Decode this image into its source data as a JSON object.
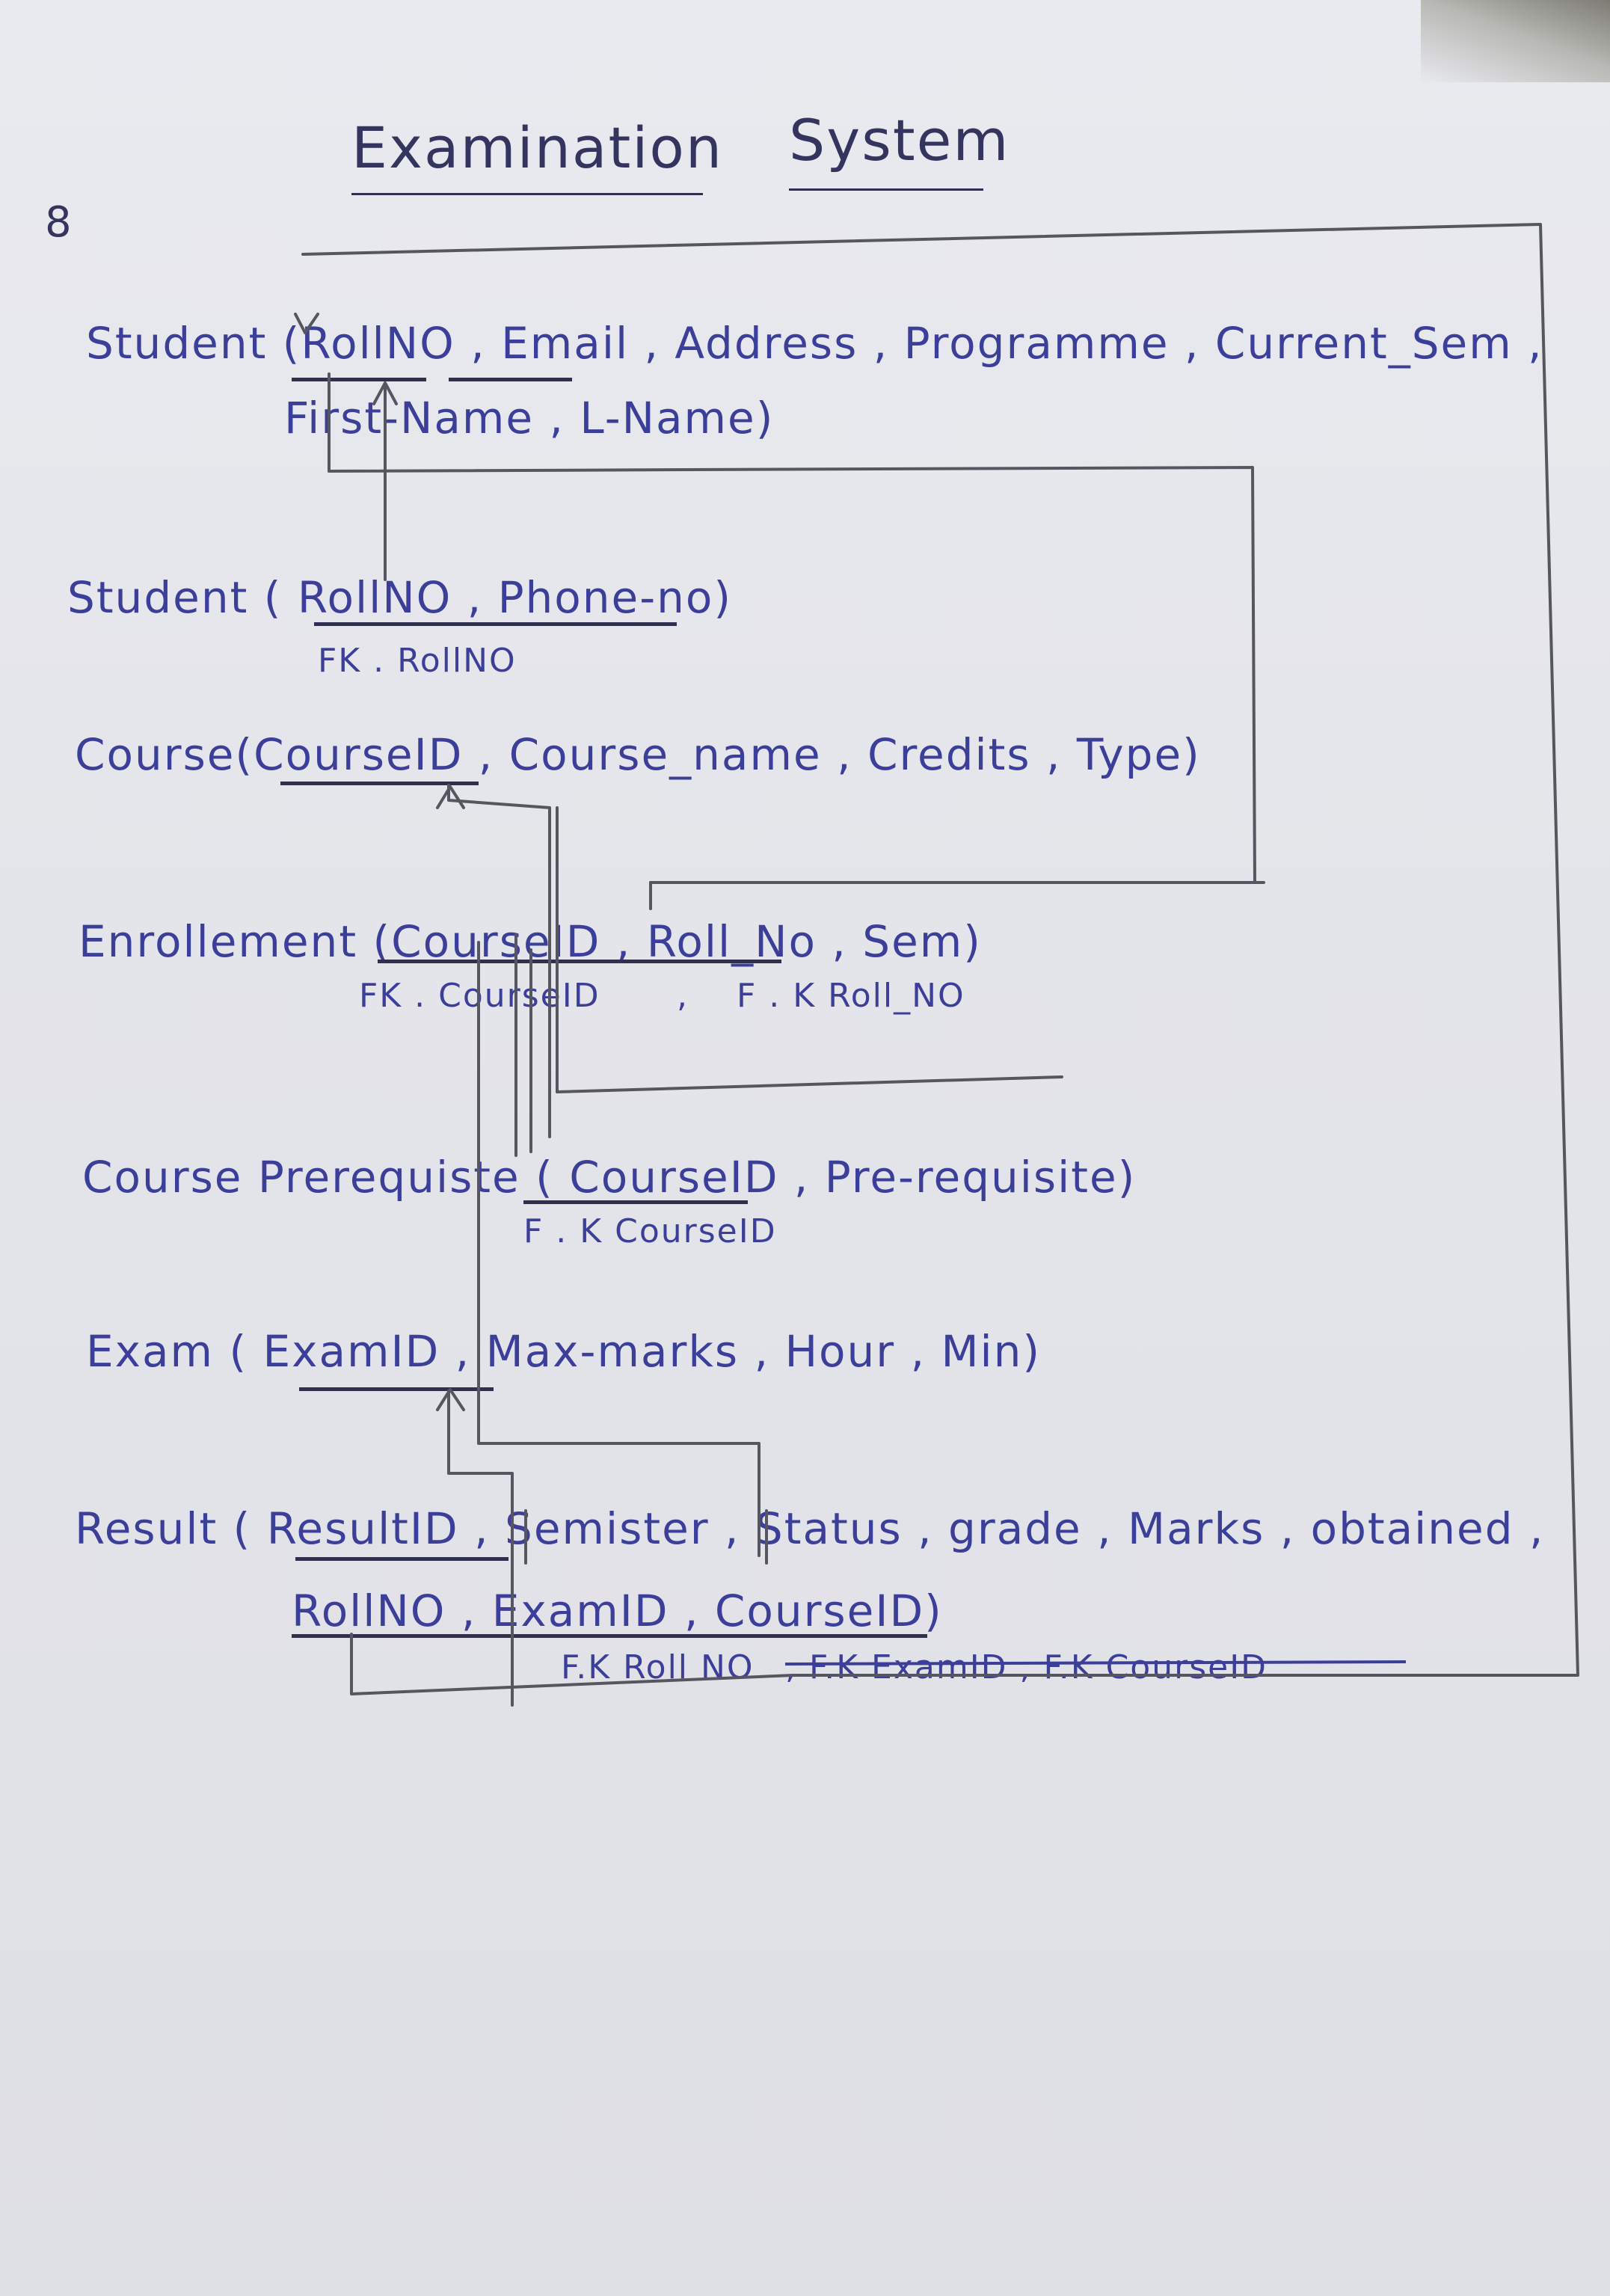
{
  "page": {
    "question_number": "8",
    "title_part1": "Examination",
    "title_part2": "System"
  },
  "relations": [
    {
      "name": "Student",
      "line1": "Student (RollNO , Email , Address , Programme , Current_Sem ,",
      "line2": "First-Name , L-Name)"
    },
    {
      "name": "Student",
      "line1": "Student ( RollNO , Phone-no)",
      "fk": "FK . RollNO"
    },
    {
      "name": "Course",
      "line1": "Course(CourseID , Course_name , Credits , Type)"
    },
    {
      "name": "Enrollement",
      "line1": "Enrollement (CourseID , Roll_No , Sem)",
      "fk1": "FK . CourseID",
      "fk_sep": ",",
      "fk2": "F . K Roll_NO"
    },
    {
      "name": "Course Prerequiste",
      "line1": "Course Prerequiste ( CourseID , Pre-requisite)",
      "fk": "F . K CourseID"
    },
    {
      "name": "Exam",
      "line1": "Exam ( ExamID , Max-marks , Hour , Min)"
    },
    {
      "name": "Result",
      "line1": "Result ( ResultID , Semister , Status , grade , Marks , obtained ,",
      "line2": "RollNO , ExamID , CourseID)",
      "fk1": "F.K Roll NO",
      "fk2": ", F.K ExamID , F.K CourseID"
    }
  ],
  "colors": {
    "ink_blue": "#3c3f9a",
    "pencil": "#4a4b55",
    "paper": "#e4e5ea"
  }
}
